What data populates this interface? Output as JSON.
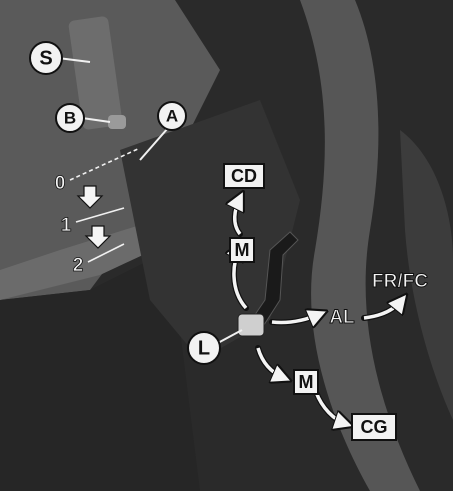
{
  "labels": {
    "S": "S",
    "B": "B",
    "A": "A",
    "pos0": "0",
    "pos1": "1",
    "pos2": "2",
    "CD": "CD",
    "M_upper": "M",
    "FR_FC": "FR/FC",
    "AL": "AL",
    "L": "L",
    "M_lower": "M",
    "CG": "CG"
  },
  "icons": {
    "down_arrow": "down-arrow-icon",
    "curved_arrow": "curved-arrow-icon"
  },
  "colors": {
    "label_fill": "#f2f2f2",
    "label_stroke": "#111111",
    "arrow_fill": "#f4f4f4"
  }
}
